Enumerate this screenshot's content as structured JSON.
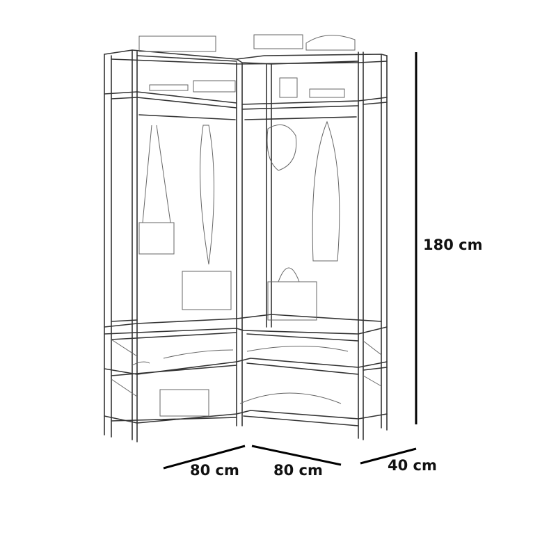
{
  "product": "corner-wardrobe-sketch",
  "dimensions": {
    "height": "180 cm",
    "width_left": "80 cm",
    "width_right": "80 cm",
    "depth": "40 cm"
  }
}
